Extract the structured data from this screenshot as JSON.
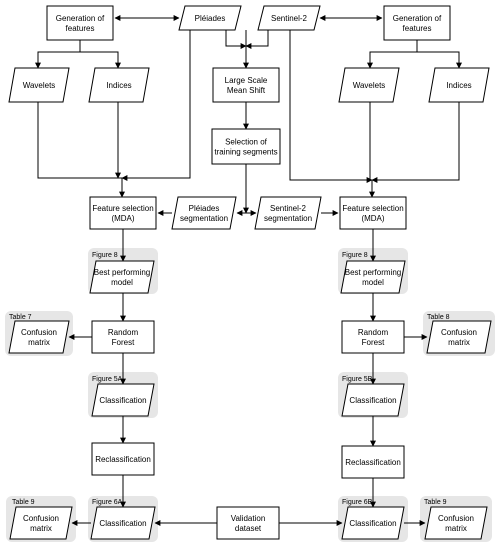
{
  "colors": {
    "stroke": "#000000",
    "node_fill": "#ffffff",
    "group_fill": "#e6e6e6",
    "background": "#ffffff"
  },
  "nodes": {
    "gen_left": [
      "Generation of",
      "features"
    ],
    "pleiades": [
      "Pléiades"
    ],
    "sentinel": [
      "Sentinel-2"
    ],
    "gen_right": [
      "Generation of",
      "features"
    ],
    "wavelets_left": [
      "Wavelets"
    ],
    "indices_left": [
      "Indices"
    ],
    "lsms": [
      "Large Scale",
      "Mean Shift"
    ],
    "wavelets_right": [
      "Wavelets"
    ],
    "indices_right": [
      "Indices"
    ],
    "selection": [
      "Selection of",
      "training segments"
    ],
    "fs_left": [
      "Feature selection",
      "(MDA)"
    ],
    "seg_pleiades": [
      "Pléiades",
      "segmentation"
    ],
    "seg_sentinel": [
      "Sentinel-2",
      "segmentation"
    ],
    "fs_right": [
      "Feature selection",
      "(MDA)"
    ],
    "best_left": [
      "Best performing",
      "model"
    ],
    "best_right": [
      "Best performing",
      "model"
    ],
    "cm_table7": [
      "Confusion",
      "matrix"
    ],
    "rf_left": [
      "Random",
      "Forest"
    ],
    "rf_right": [
      "Random",
      "Forest"
    ],
    "cm_table8": [
      "Confusion",
      "matrix"
    ],
    "class_5a": [
      "Classification"
    ],
    "class_5b": [
      "Classification"
    ],
    "reclass_left": [
      "Reclassification"
    ],
    "reclass_right": [
      "Reclassification"
    ],
    "cm_table9_left": [
      "Confusion",
      "matrix"
    ],
    "class_6a": [
      "Classification"
    ],
    "validation": [
      "Validation",
      "dataset"
    ],
    "class_6b": [
      "Classification"
    ],
    "cm_table9_right": [
      "Confusion",
      "matrix"
    ]
  },
  "tags": {
    "figure8_left": "Figure 8",
    "figure8_right": "Figure 8",
    "table7": "Table 7",
    "table8": "Table 8",
    "figure5a": "Figure 5A",
    "figure5b": "Figure 5B",
    "table9_left": "Table 9",
    "figure6a": "Figure 6A",
    "figure6b": "Figure 6B",
    "table9_right": "Table 9"
  }
}
